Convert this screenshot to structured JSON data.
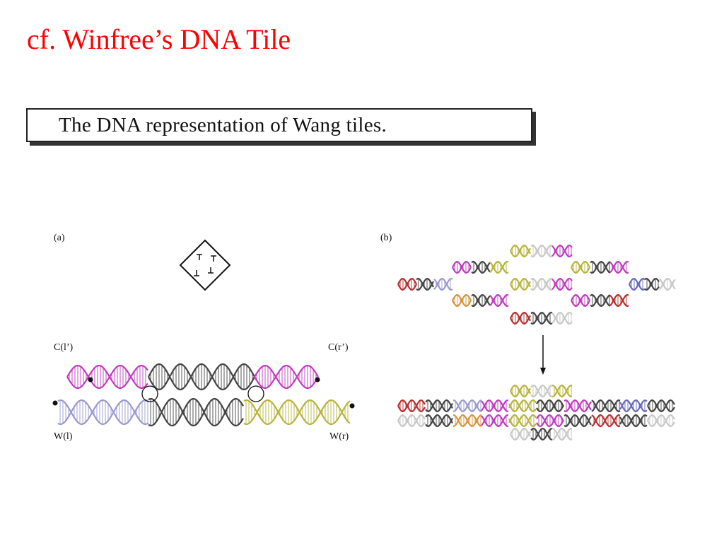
{
  "slide": {
    "title": "cf. Winfree’s DNA Tile",
    "title_color": "#ff0000"
  },
  "caption": {
    "text": "The DNA representation of Wang tiles."
  },
  "panel_a": {
    "label": "(a)",
    "end_labels": {
      "top_left": "C(l’)",
      "top_right": "C(r’)",
      "bottom_left": "W(l)",
      "bottom_right": "W(r)"
    }
  },
  "panel_b": {
    "label": "(b)"
  },
  "strand_colors": {
    "magenta": "#c03cc0",
    "lavender": "#9a9acc",
    "olive": "#b8b43c",
    "dark": "#444444",
    "orange": "#d8943c",
    "red": "#b83030",
    "light": "#c8c8c8",
    "blue": "#6a6ab8"
  }
}
